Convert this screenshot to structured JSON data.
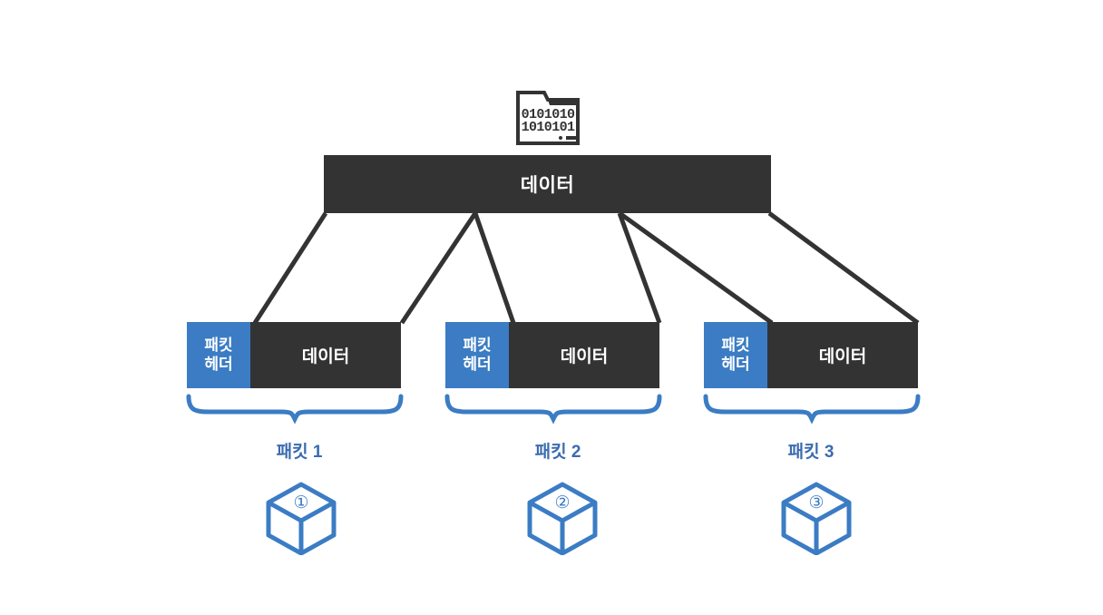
{
  "diagram": {
    "title_colors": {
      "accent_blue": "#3b7cc4",
      "caption_blue": "#3b6cb0",
      "dark": "#333333",
      "background": "#ffffff",
      "text_light": "#ffffff"
    },
    "source_icon": {
      "name": "binary-data-folder-icon",
      "binary_row_1": "0101010",
      "binary_row_2": "1010101"
    },
    "data_bar": {
      "label": "데이터"
    },
    "packets": [
      {
        "header_line1": "패킷",
        "header_line2": "헤더",
        "payload": "데이터",
        "caption": "패킷 1",
        "cube_number": "①"
      },
      {
        "header_line1": "패킷",
        "header_line2": "헤더",
        "payload": "데이터",
        "caption": "패킷 2",
        "cube_number": "②"
      },
      {
        "header_line1": "패킷",
        "header_line2": "헤더",
        "payload": "데이터",
        "caption": "패킷 3",
        "cube_number": "③"
      }
    ]
  }
}
